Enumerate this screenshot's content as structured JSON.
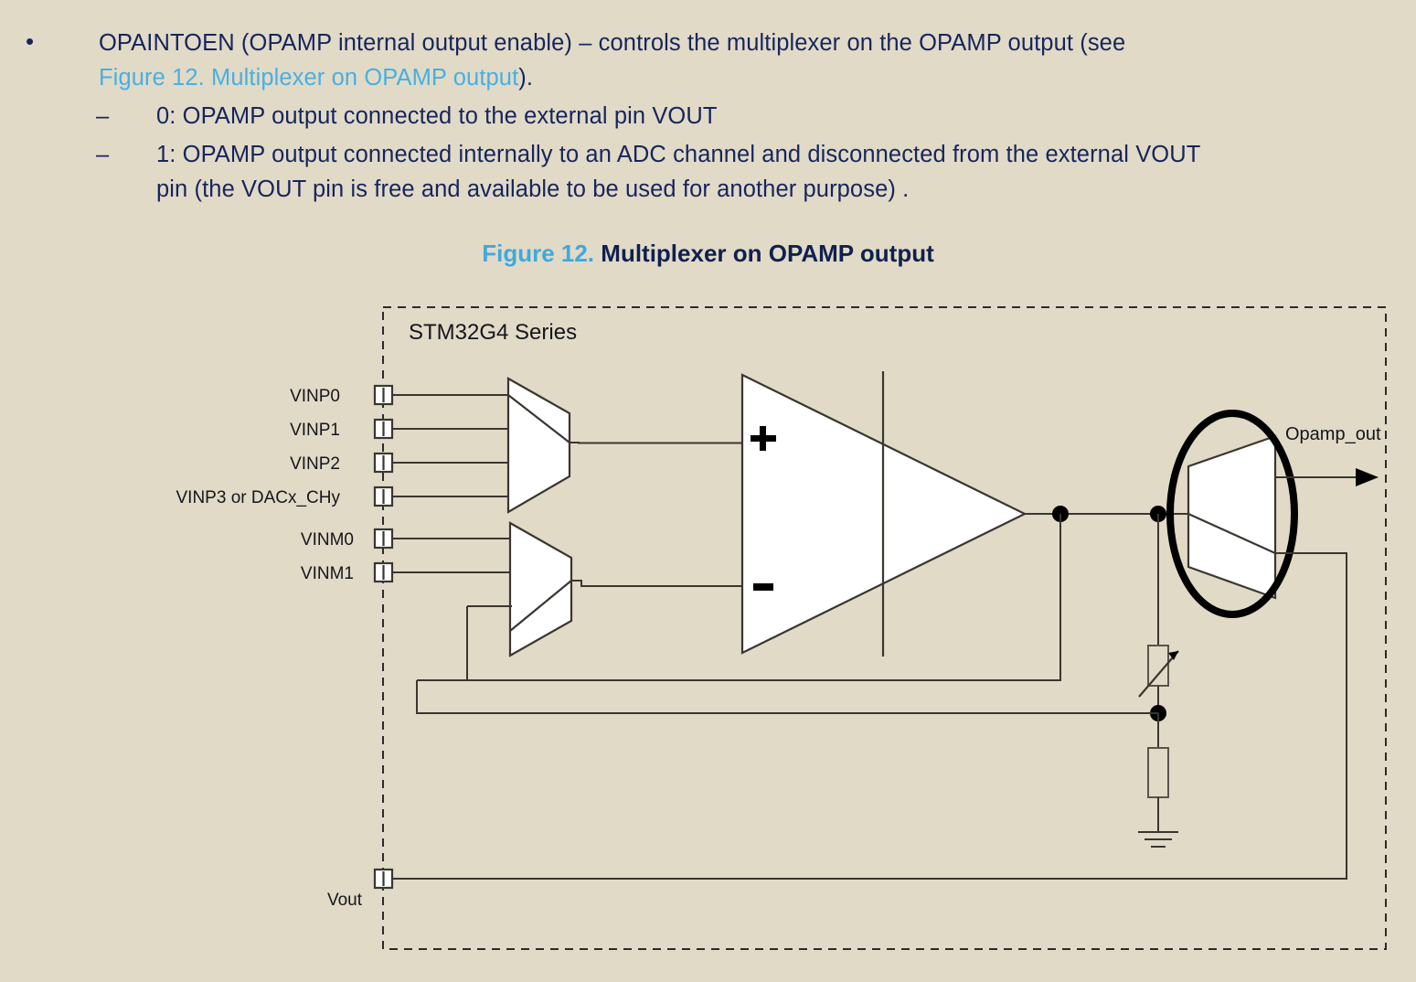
{
  "page": {
    "background_color": "#e1dac7",
    "text_color": "#16255c",
    "link_color": "#48b0e0"
  },
  "body_text": {
    "bullet_marker": "•",
    "dash_marker": "–",
    "bullet1_line1_pre": "OPAINTOEN (OPAMP internal output enable) – controls the multiplexer on the OPAMP output (see",
    "bullet1_link": "Figure 12. Multiplexer on OPAMP output",
    "bullet1_line2_post": ").",
    "sub1": "0: OPAMP output connected to the external pin VOUT",
    "sub2_line1": "1: OPAMP output connected internally to an ADC channel and disconnected from the external VOUT",
    "sub2_line2": "pin (the VOUT pin is free and available to be used for another purpose) ."
  },
  "figure": {
    "number": "Figure 12.",
    "title": "Multiplexer on OPAMP output",
    "number_color": "#3fa9dd",
    "title_color": "#10204f"
  },
  "diagram": {
    "chip_label": "STM32G4 Series",
    "input_pins": [
      "VINP0",
      "VINP1",
      "VINP2",
      "VINP3 or DACx_CHy",
      "VINM0",
      "VINM1"
    ],
    "output_pin": "Vout",
    "internal_output_label": "Opamp_out",
    "opamp_plus": "+",
    "opamp_minus": "−",
    "highlight_color": "#000000",
    "wire_color": "#3a3630"
  }
}
